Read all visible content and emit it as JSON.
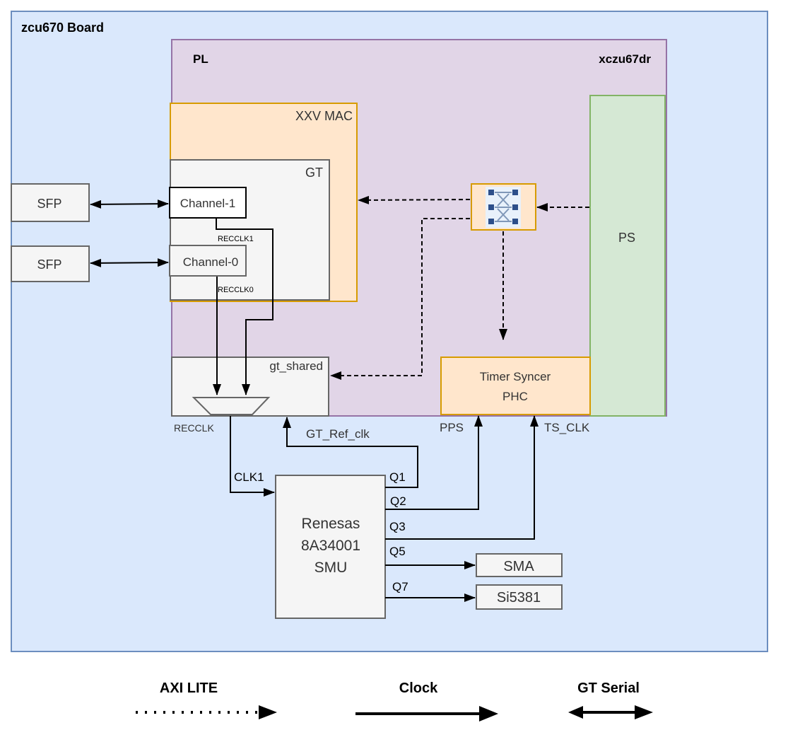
{
  "board": {
    "title": "zcu670 Board",
    "fill": "#dae8fc",
    "stroke": "#6c8ebf"
  },
  "device": {
    "pl_label": "PL",
    "part_label": "xczu67dr",
    "fill": "#e1d5e7",
    "stroke": "#9673a6"
  },
  "ps": {
    "label": "PS",
    "fill": "#d5e8d4",
    "stroke": "#82b366"
  },
  "xxv_mac": {
    "label": "XXV MAC",
    "fill": "#ffe6cc",
    "stroke": "#d79b00"
  },
  "gt": {
    "label": "GT",
    "fill": "#f5f5f5",
    "stroke": "#666666"
  },
  "channels": [
    {
      "label": "Channel-1",
      "recclk": "RECCLK1"
    },
    {
      "label": "Channel-0",
      "recclk": "RECCLK0"
    }
  ],
  "sfp": [
    {
      "label": "SFP"
    },
    {
      "label": "SFP"
    }
  ],
  "interconnect": {
    "icon": "axi-interconnect-icon",
    "icon_color": "#2d4f8a"
  },
  "gt_shared": {
    "label": "gt_shared",
    "mux_out_label": "RECCLK"
  },
  "timer_syncer": {
    "line1": "Timer Syncer",
    "line2": "PHC"
  },
  "signals": {
    "pps": "PPS",
    "ts_clk": "TS_CLK",
    "gt_ref_clk": "GT_Ref_clk",
    "clk1": "CLK1"
  },
  "smu": {
    "line1": "Renesas",
    "line2": "8A34001",
    "line3": "SMU",
    "outputs": [
      "Q1",
      "Q2",
      "Q3",
      "Q5",
      "Q7"
    ]
  },
  "sma": {
    "label": "SMA"
  },
  "si5381": {
    "label": "Si5381"
  },
  "legend": [
    {
      "label": "AXI LITE",
      "style": "dotted"
    },
    {
      "label": "Clock",
      "style": "solid"
    },
    {
      "label": "GT Serial",
      "style": "bidirectional"
    }
  ]
}
